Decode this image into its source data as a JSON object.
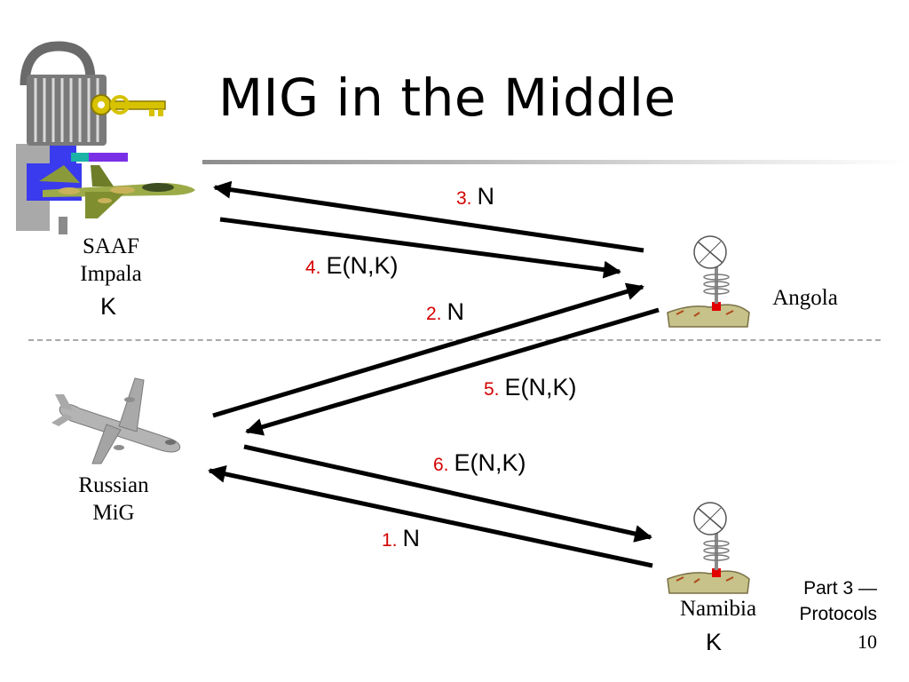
{
  "slide": {
    "title": "MIG in the Middle"
  },
  "parties": {
    "saaf": {
      "line1": "SAAF",
      "line2": "Impala",
      "key": "K"
    },
    "angola": {
      "label": "Angola"
    },
    "russian": {
      "line1": "Russian",
      "line2": "MiG"
    },
    "namibia": {
      "label": "Namibia",
      "key": "K"
    }
  },
  "messages": [
    {
      "num": "1.",
      "text": "N"
    },
    {
      "num": "2.",
      "text": "N"
    },
    {
      "num": "3.",
      "text": "N"
    },
    {
      "num": "4.",
      "text": "E(N,K)"
    },
    {
      "num": "5.",
      "text": "E(N,K)"
    },
    {
      "num": "6.",
      "text": "E(N,K)"
    }
  ],
  "footer": {
    "part": "Part 3",
    "dash": "—",
    "section": "Protocols",
    "page": "10"
  },
  "colors": {
    "step_number": "#d40000",
    "arrow": "#000000"
  },
  "icons": [
    "padlock-key-icon",
    "impala-jet-icon",
    "mig-jet-icon",
    "satellite-dish-icon"
  ]
}
